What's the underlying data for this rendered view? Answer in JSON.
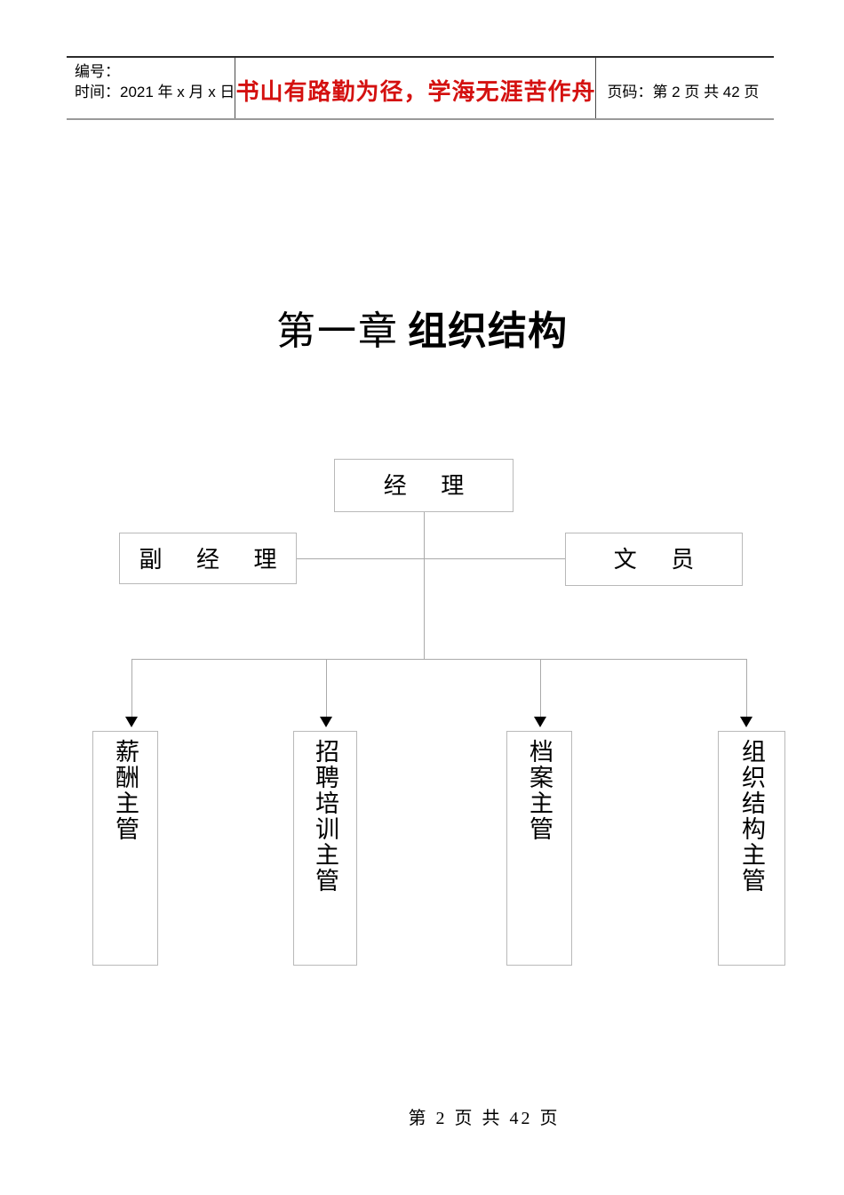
{
  "header": {
    "left_cell": {
      "code_label": "编号：",
      "time_label": "时间：2021 年 x 月 x 日"
    },
    "motto": "书山有路勤为径，学海无涯苦作舟",
    "page_info": "页码：第 2 页  共 42 页"
  },
  "title": {
    "chapter_number": "第一章",
    "chapter_name": "组织结构"
  },
  "chart_data": {
    "type": "diagram",
    "title": "组织结构",
    "nodes": [
      {
        "id": "manager",
        "label": "经 理",
        "orientation": "horizontal",
        "level": 1
      },
      {
        "id": "deputy-manager",
        "label": "副 经 理",
        "orientation": "horizontal",
        "level": 2
      },
      {
        "id": "clerk",
        "label": "文 员",
        "orientation": "horizontal",
        "level": 2
      },
      {
        "id": "compensation-supervisor",
        "label": "薪酬主管",
        "orientation": "vertical",
        "level": 3
      },
      {
        "id": "recruitment-training-supervisor",
        "label": "招聘培训主管",
        "orientation": "vertical",
        "level": 3
      },
      {
        "id": "archives-supervisor",
        "label": "档案主管",
        "orientation": "vertical",
        "level": 3
      },
      {
        "id": "org-structure-supervisor",
        "label": "组织结构主管",
        "orientation": "vertical",
        "level": 3
      }
    ],
    "edges": [
      {
        "from": "manager",
        "to": "deputy-manager",
        "style": "arrow"
      },
      {
        "from": "manager",
        "to": "clerk",
        "style": "arrow"
      },
      {
        "from": "manager",
        "to": "compensation-supervisor",
        "style": "arrow"
      },
      {
        "from": "manager",
        "to": "recruitment-training-supervisor",
        "style": "arrow"
      },
      {
        "from": "manager",
        "to": "archives-supervisor",
        "style": "arrow"
      },
      {
        "from": "manager",
        "to": "org-structure-supervisor",
        "style": "arrow"
      }
    ],
    "colors": {
      "box_border": "#b9b9b9",
      "line": "#aaaaaa",
      "arrow": "#000000",
      "motto": "#d41110"
    }
  },
  "footer": {
    "page_text": "第 2 页 共 42 页"
  }
}
